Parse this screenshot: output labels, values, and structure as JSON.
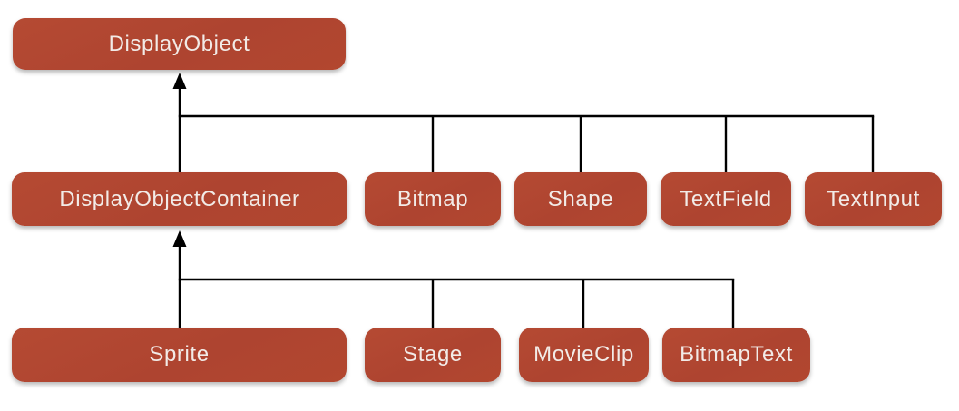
{
  "diagram": {
    "type": "class-inheritance-hierarchy",
    "nodes": {
      "display_object": {
        "label": "DisplayObject"
      },
      "display_object_container": {
        "label": "DisplayObjectContainer"
      },
      "bitmap": {
        "label": "Bitmap"
      },
      "shape": {
        "label": "Shape"
      },
      "text_field": {
        "label": "TextField"
      },
      "text_input": {
        "label": "TextInput"
      },
      "sprite": {
        "label": "Sprite"
      },
      "stage": {
        "label": "Stage"
      },
      "movie_clip": {
        "label": "MovieClip"
      },
      "bitmap_text": {
        "label": "BitmapText"
      }
    },
    "hierarchy": {
      "DisplayObject": [
        "DisplayObjectContainer",
        "Bitmap",
        "Shape",
        "TextField",
        "TextInput"
      ],
      "DisplayObjectContainer": [
        "Sprite",
        "Stage",
        "MovieClip",
        "BitmapText"
      ]
    },
    "colors": {
      "node_fill": "#b1462f",
      "node_text": "#f2ebe7",
      "connector": "#000000",
      "background": "#ffffff"
    }
  }
}
